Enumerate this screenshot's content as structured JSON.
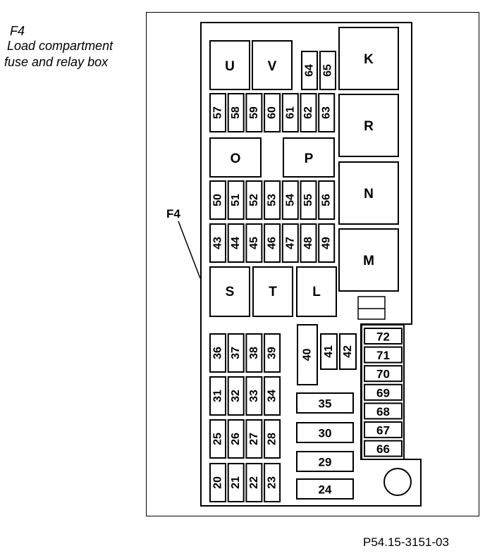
{
  "caption": {
    "id": "F4",
    "line1": "Load compartment",
    "line2": "fuse and relay box"
  },
  "callout_label": "F4",
  "reference": "P54.15-3151-03",
  "relays": {
    "U": "U",
    "V": "V",
    "K": "K",
    "R": "R",
    "O": "O",
    "P": "P",
    "N": "N",
    "M": "M",
    "S": "S",
    "T": "T",
    "L": "L"
  },
  "fuses": {
    "20": "20",
    "21": "21",
    "22": "22",
    "23": "23",
    "24": "24",
    "25": "25",
    "26": "26",
    "27": "27",
    "28": "28",
    "29": "29",
    "30": "30",
    "31": "31",
    "32": "32",
    "33": "33",
    "34": "34",
    "35": "35",
    "36": "36",
    "37": "37",
    "38": "38",
    "39": "39",
    "40": "40",
    "41": "41",
    "42": "42",
    "43": "43",
    "44": "44",
    "45": "45",
    "46": "46",
    "47": "47",
    "48": "48",
    "49": "49",
    "50": "50",
    "51": "51",
    "52": "52",
    "53": "53",
    "54": "54",
    "55": "55",
    "56": "56",
    "57": "57",
    "58": "58",
    "59": "59",
    "60": "60",
    "61": "61",
    "62": "62",
    "63": "63",
    "64": "64",
    "65": "65",
    "66": "66",
    "67": "67",
    "68": "68",
    "69": "69",
    "70": "70",
    "71": "71",
    "72": "72"
  }
}
